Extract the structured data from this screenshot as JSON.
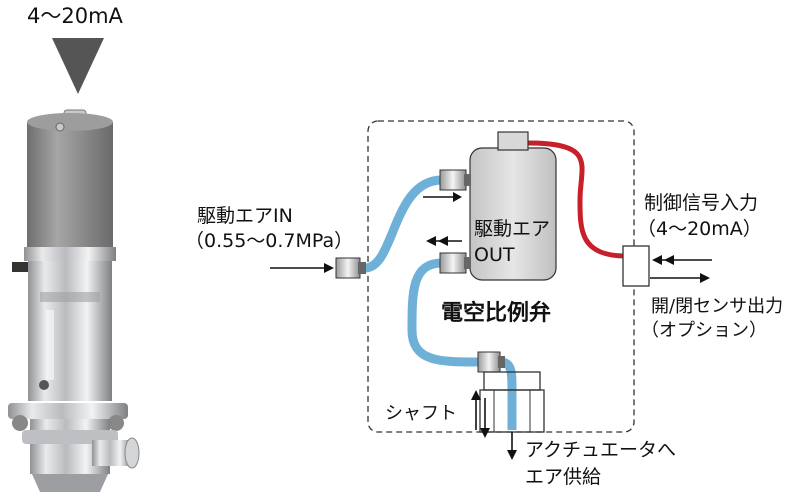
{
  "signal_label": "4～20mA",
  "air_in_label": "駆動エアIN",
  "air_in_pressure": "（0.55～0.7MPa）",
  "air_out_label_1": "駆動エア",
  "air_out_label_2": "OUT",
  "valve_label": "電空比例弁",
  "control_signal_label": "制御信号入力",
  "control_signal_range": "（4～20mA）",
  "sensor_output_label": "開/閉センサ出力",
  "sensor_output_option": "（オプション）",
  "shaft_label": "シャフト",
  "actuator_supply_label_1": "アクチュエータへ",
  "actuator_supply_label_2": "エア供給",
  "colors": {
    "air_pipe": "#6fb0d8",
    "signal_wire": "#c8202a",
    "valve_body": "#d8d8d8",
    "actuator_cap": "#8a8a8a"
  }
}
